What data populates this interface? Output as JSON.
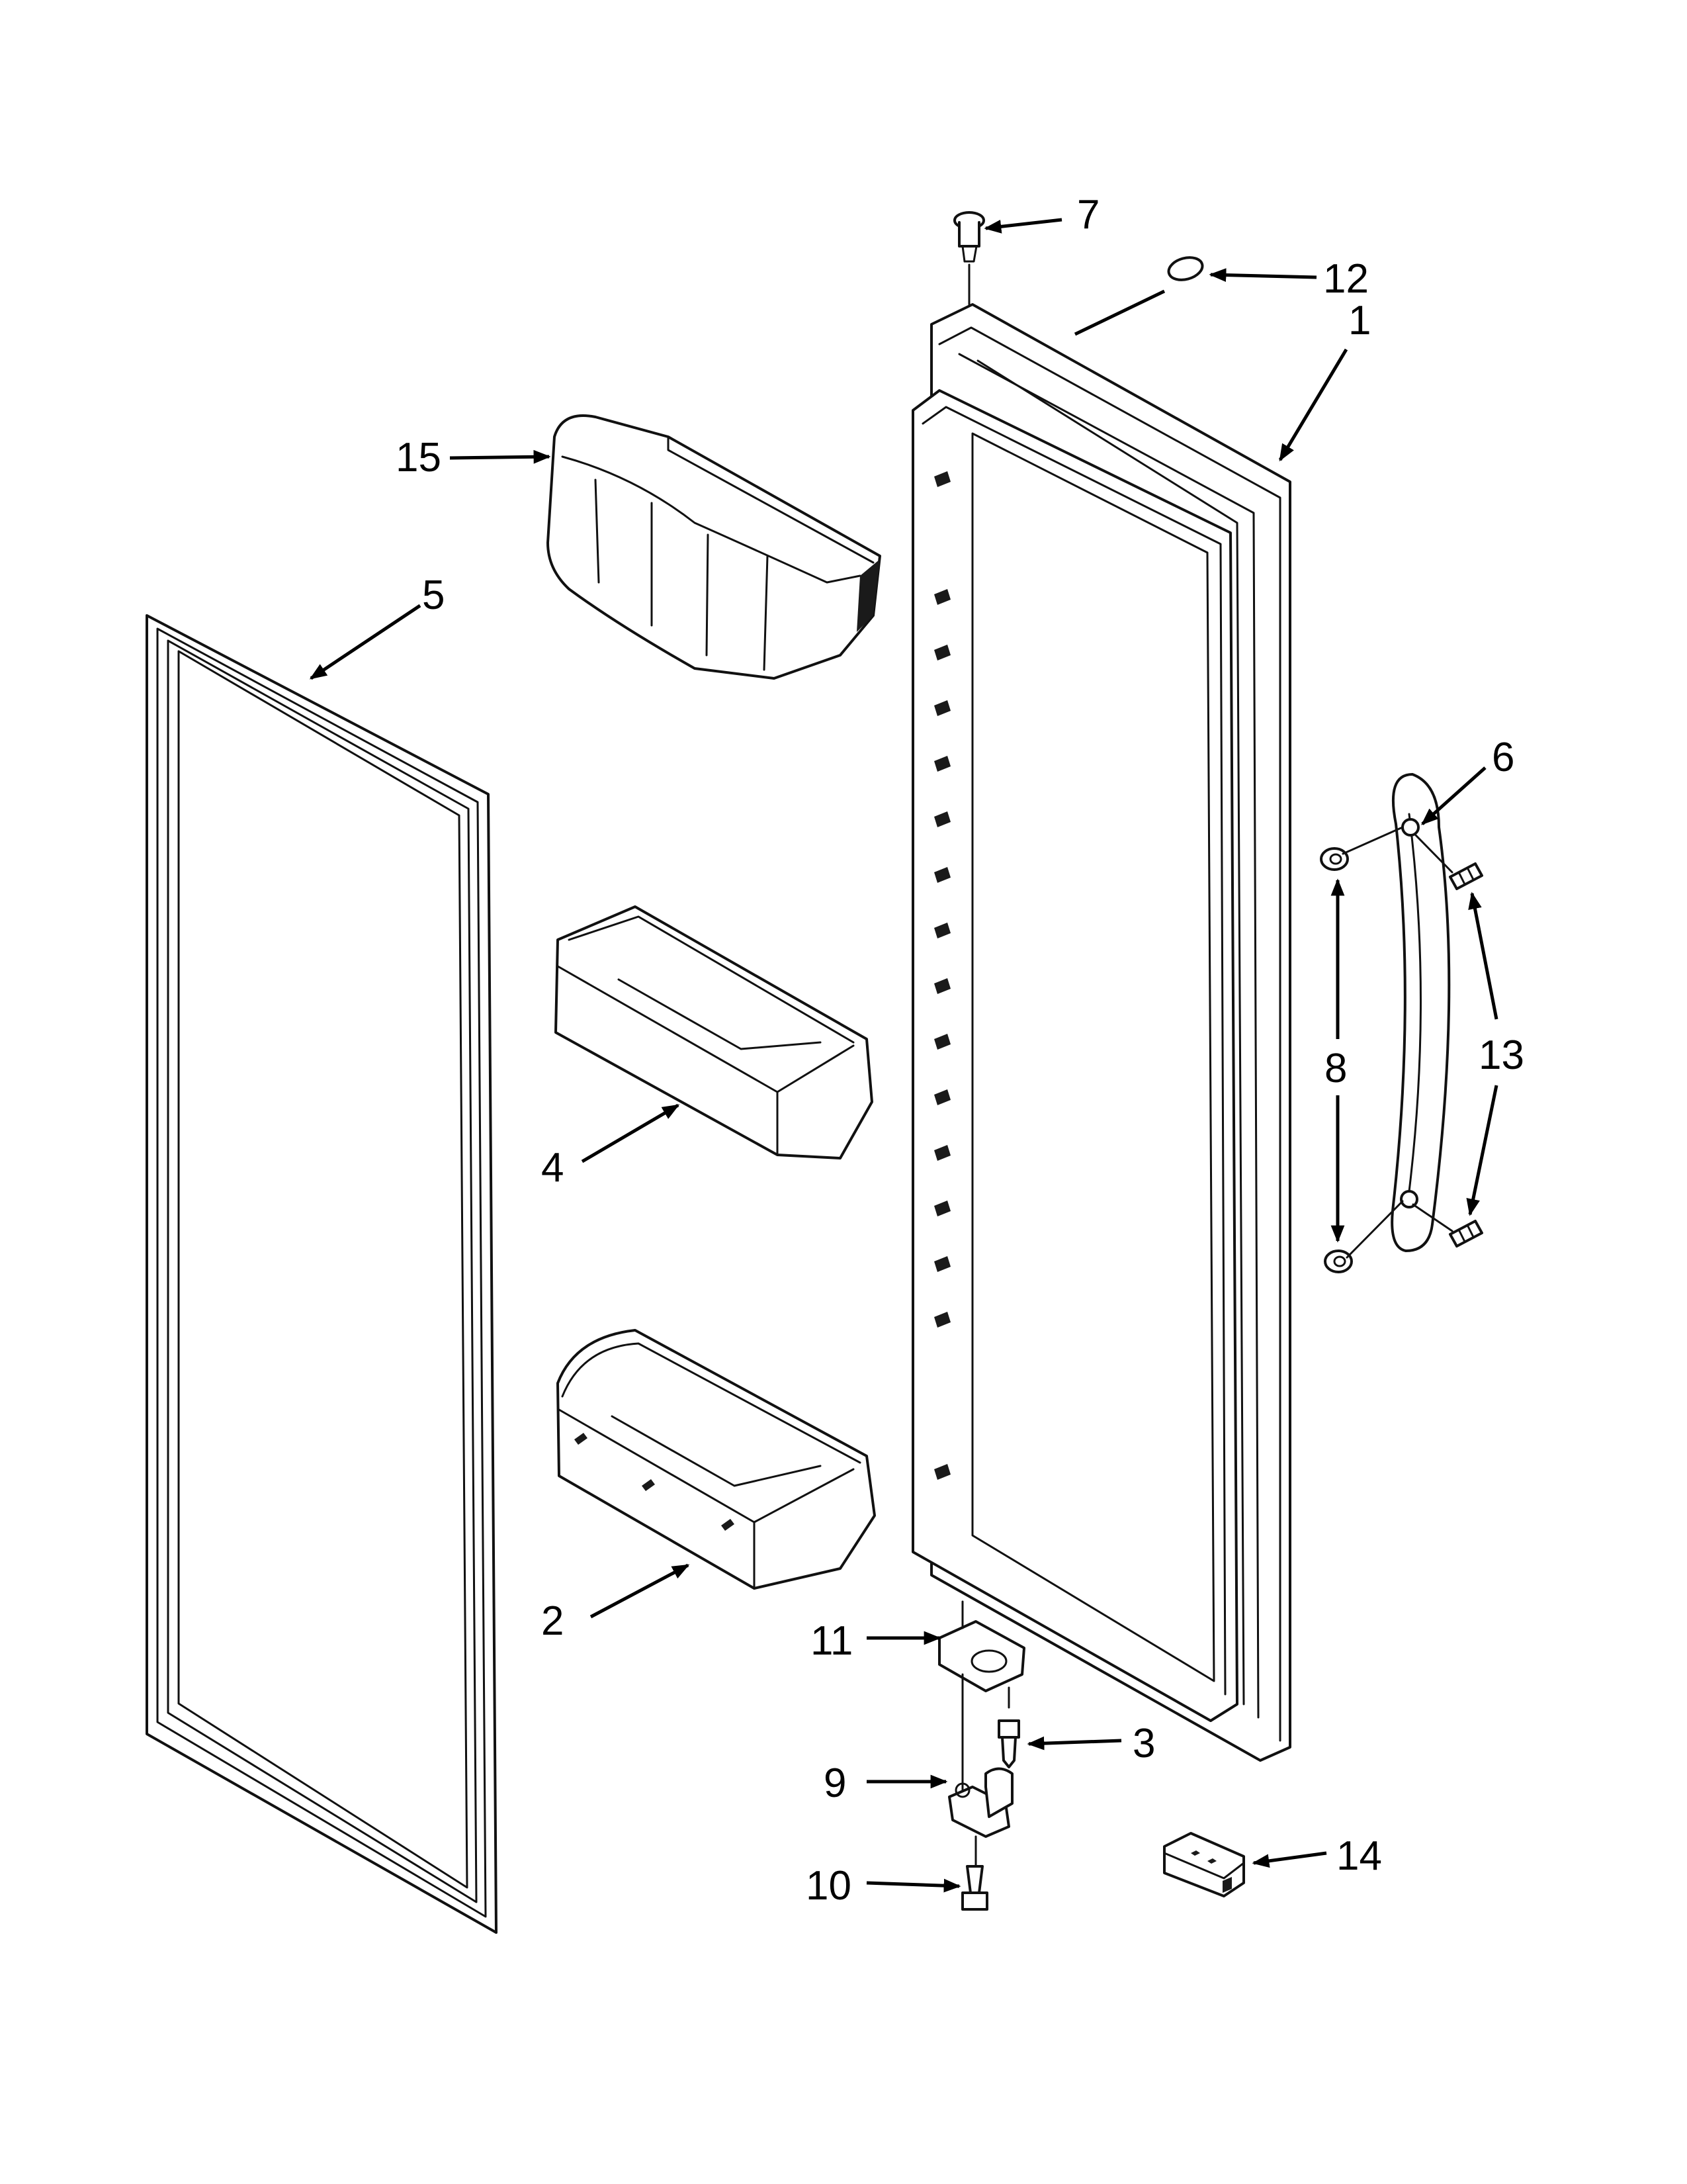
{
  "callouts": [
    {
      "id": "1",
      "text": "1"
    },
    {
      "id": "2",
      "text": "2"
    },
    {
      "id": "3",
      "text": "3"
    },
    {
      "id": "4",
      "text": "4"
    },
    {
      "id": "5",
      "text": "5"
    },
    {
      "id": "6",
      "text": "6"
    },
    {
      "id": "7",
      "text": "7"
    },
    {
      "id": "8",
      "text": "8"
    },
    {
      "id": "9",
      "text": "9"
    },
    {
      "id": "10",
      "text": "10"
    },
    {
      "id": "11",
      "text": "11"
    },
    {
      "id": "12",
      "text": "12"
    },
    {
      "id": "13",
      "text": "13"
    },
    {
      "id": "14",
      "text": "14"
    },
    {
      "id": "15",
      "text": "15"
    }
  ],
  "colors": {
    "line": "#111111",
    "background": "#ffffff"
  }
}
